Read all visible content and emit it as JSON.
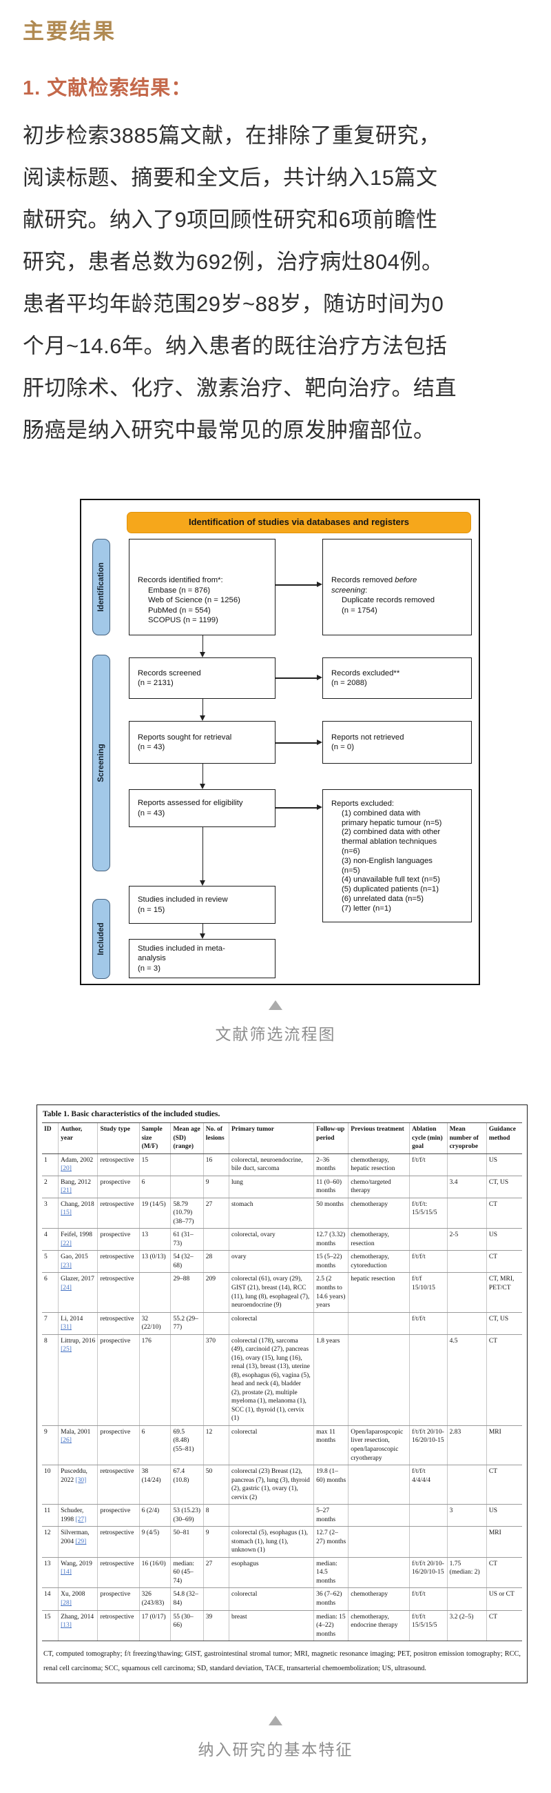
{
  "page": {
    "title": "主要结果",
    "section_heading": "1. 文献检索结果：",
    "paragraph_lines": [
      "初步检索3885篇文献，在排除了重复研究，",
      "阅读标题、摘要和全文后，共计纳入15篇文",
      "献研究。纳入了9项回顾性研究和6项前瞻性",
      "研究，患者总数为692例，治疗病灶804例。",
      "患者平均年龄范围29岁~88岁，随访时间为0",
      "个月~14.6年。纳入患者的既往治疗方法包括",
      "肝切除术、化疗、激素治疗、靶向治疗。结直",
      "肠癌是纳入研究中最常见的原发肿瘤部位。"
    ]
  },
  "flowchart": {
    "header": "Identification of studies via databases and registers",
    "stage_labels": [
      "Identification",
      "Screening",
      "Included"
    ],
    "italic_terms": [
      "before",
      "screening"
    ],
    "left_boxes": [
      {
        "lines": [
          "Records identified from*:",
          "Embase (n = 876)",
          "Web of Science (n = 1256)",
          "PubMed (n = 554)",
          "SCOPUS (n = 1199)"
        ],
        "indent": [
          1,
          2,
          3,
          4
        ]
      },
      {
        "lines": [
          "Records screened",
          "(n = 2131)"
        ],
        "indent": []
      },
      {
        "lines": [
          "Reports sought for retrieval",
          "(n = 43)"
        ],
        "indent": []
      },
      {
        "lines": [
          "Reports assessed for eligibility",
          "(n = 43)"
        ],
        "indent": []
      },
      {
        "lines": [
          "Studies included in review",
          "(n = 15)"
        ],
        "indent": []
      },
      {
        "lines": [
          "Studies included in meta-",
          "analysis",
          "(n = 3)"
        ],
        "indent": []
      }
    ],
    "right_boxes": [
      {
        "lines": [
          "Records removed before",
          "screening:",
          "Duplicate records removed",
          "(n = 1754)"
        ],
        "indent": [
          2,
          3
        ],
        "italic": true
      },
      {
        "lines": [
          "Records excluded**",
          "(n = 2088)"
        ],
        "indent": []
      },
      {
        "lines": [
          "Reports not retrieved",
          "(n = 0)"
        ],
        "indent": []
      },
      {
        "lines": [
          "Reports excluded:",
          "(1) combined data with",
          "primary hepatic tumour (n=5)",
          "(2) combined data with other",
          "thermal ablation techniques",
          "(n=6)",
          "(3) non-English languages",
          "(n=5)",
          "(4) unavailable full text (n=5)",
          "(5) duplicated patients (n=1)",
          "(6) unrelated data (n=5)",
          "(7) letter (n=1)"
        ],
        "indent": [
          1,
          2,
          3,
          4,
          5,
          6,
          7,
          8,
          9,
          10,
          11
        ]
      }
    ],
    "caption": "文献筛选流程图"
  },
  "table": {
    "title": "Table 1.  Basic characteristics of the included studies.",
    "columns": [
      "ID",
      "Author, year",
      "Study type",
      "Sample size (M/F)",
      "Mean age (SD) (range)",
      "No. of lesions",
      "Primary tumor",
      "Follow-up period",
      "Previous treatment",
      "Ablation cycle (min) goal",
      "Mean number of cryoprobe",
      "Guidance method"
    ],
    "rows": [
      [
        "1",
        "Adam, 2002 [20]",
        "retrospective",
        "15",
        "",
        "16",
        "colorectal, neuroendocrine, bile duct, sarcoma",
        "2–36 months",
        "chemotherapy, hepatic resection",
        "f/t/f/t",
        "",
        "US"
      ],
      [
        "2",
        "Bang, 2012 [21]",
        "prospective",
        "6",
        "",
        "9",
        "lung",
        "11 (0–60) months",
        "chemo/targeted therapy",
        "",
        "3.4",
        "CT, US"
      ],
      [
        "3",
        "Chang, 2018 [15]",
        "retrospective",
        "19 (14/5)",
        "58.79 (10.79) (38–77)",
        "27",
        "stomach",
        "50 months",
        "chemotherapy",
        "f/t/f/t: 15/5/15/5",
        "",
        "CT"
      ],
      [
        "4",
        "Feifel, 1998 [22]",
        "prospective",
        "13",
        "61 (31–73)",
        "",
        "colorectal, ovary",
        "12.7 (3.32) months",
        "chemotherapy, resection",
        "",
        "2-5",
        "US"
      ],
      [
        "5",
        "Gao, 2015 [23]",
        "retrospective",
        "13 (0/13)",
        "54 (32–68)",
        "28",
        "ovary",
        "15 (5–22) months",
        "chemotherapy, cytoreduction",
        "f/t/f/t",
        "",
        "CT"
      ],
      [
        "6",
        "Glazer, 2017 [24]",
        "retrospective",
        "",
        "29–88",
        "209",
        "colorectal (61), ovary (29), GIST (21), breast (14), RCC (11), lung (8), esophageal (7), neuroendocrine (9)",
        "2.5 (2 months to 14.6 years) years",
        "hepatic resection",
        "f/t/f 15/10/15",
        "",
        "CT, MRI, PET/CT"
      ],
      [
        "7",
        "Li, 2014 [31]",
        "retrospective",
        "32 (22/10)",
        "55.2 (29–77)",
        "",
        "colorectal",
        "",
        "",
        "f/t/f/t",
        "",
        "CT, US"
      ],
      [
        "8",
        "Littrup, 2016 [25]",
        "prospective",
        "176",
        "",
        "370",
        "colorectal (178), sarcoma (49), carcinoid (27), pancreas (16), ovary (15), lung (16), renal (13), breast (13), uterine (8), esophagus (6), vagina (5), head and neck (4), bladder (2), prostate (2), multiple myeloma (1), melanoma (1), SCC (1), thyroid (1), cervix (1)",
        "1.8 years",
        "",
        "",
        "4.5",
        "CT"
      ],
      [
        "9",
        "Mala, 2001 [26]",
        "prospective",
        "6",
        "69.5 (8.48) (55–81)",
        "12",
        "colorectal",
        "max 11 months",
        "Open/laparospcopic liver resection, open/laparoscopic cryotherapy",
        "f/t/f/t 20/10-16/20/10-15",
        "2.83",
        "MRI"
      ],
      [
        "10",
        "Pusceddu, 2022 [30]",
        "retrospective",
        "38 (14/24)",
        "67.4 (10.8)",
        "50",
        "colorectal (23) Breast (12), pancreas (7), lung (3), thyroid (2), gastric (1), ovary (1), cervix (2)",
        "19.8 (1–60) months",
        "",
        "f/t/f/t 4/4/4/4",
        "",
        "CT"
      ],
      [
        "11",
        "Schuder, 1998 [27]",
        "prospective",
        "6 (2/4)",
        "53 (15.23) (30–69)",
        "8",
        "",
        "5–27 months",
        "",
        "",
        "3",
        "US"
      ],
      [
        "12",
        "Silverman, 2004 [29]",
        "retrospective",
        "9 (4/5)",
        "50–81",
        "9",
        "colorectal (5), esophagus (1), stomach (1), lung (1), unknown (1)",
        "12.7 (2–27) months",
        "",
        "",
        "",
        "MRI"
      ],
      [
        "13",
        "Wang, 2019 [14]",
        "retrospective",
        "16 (16/0)",
        "median: 60 (45–74)",
        "27",
        "esophagus",
        "median: 14.5 months",
        "",
        "f/t/f/t 20/10-16/20/10-15",
        "1.75 (median: 2)",
        "CT"
      ],
      [
        "14",
        "Xu, 2008 [28]",
        "prospective",
        "326 (243/83)",
        "54.8 (32–84)",
        "",
        "colorectal",
        "36 (7–62) months",
        "chemotherapy",
        "f/t/f/t",
        "",
        "US or CT"
      ],
      [
        "15",
        "Zhang, 2014 [13]",
        "retrospective",
        "17 (0/17)",
        "55 (30–66)",
        "39",
        "breast",
        "median: 15 (4–22) months",
        "chemotherapy, endocrine therapy",
        "f/t/f/t 15/5/15/5",
        "3.2 (2–5)",
        "CT"
      ]
    ],
    "footnote": "CT, computed tomography; f/t freezing/thawing; GIST, gastrointestinal stromal tumor; MRI, magnetic resonance imaging; PET, positron emission tomography; RCC, renal cell carcinoma; SCC, squamous cell carcinoma; SD, standard deviation, TACE, transarterial chemoembolization; US, ultrasound.",
    "caption": "纳入研究的基本特征"
  },
  "colors": {
    "title_gold": "#b08a52",
    "heading_red": "#c4684a",
    "flow_header_orange": "#f6a71b",
    "stage_blue_fill": "#a2c8e8",
    "stage_blue_border": "#44617e",
    "citation_blue": "#4472c4",
    "caption_gray": "#8e8e8e"
  }
}
